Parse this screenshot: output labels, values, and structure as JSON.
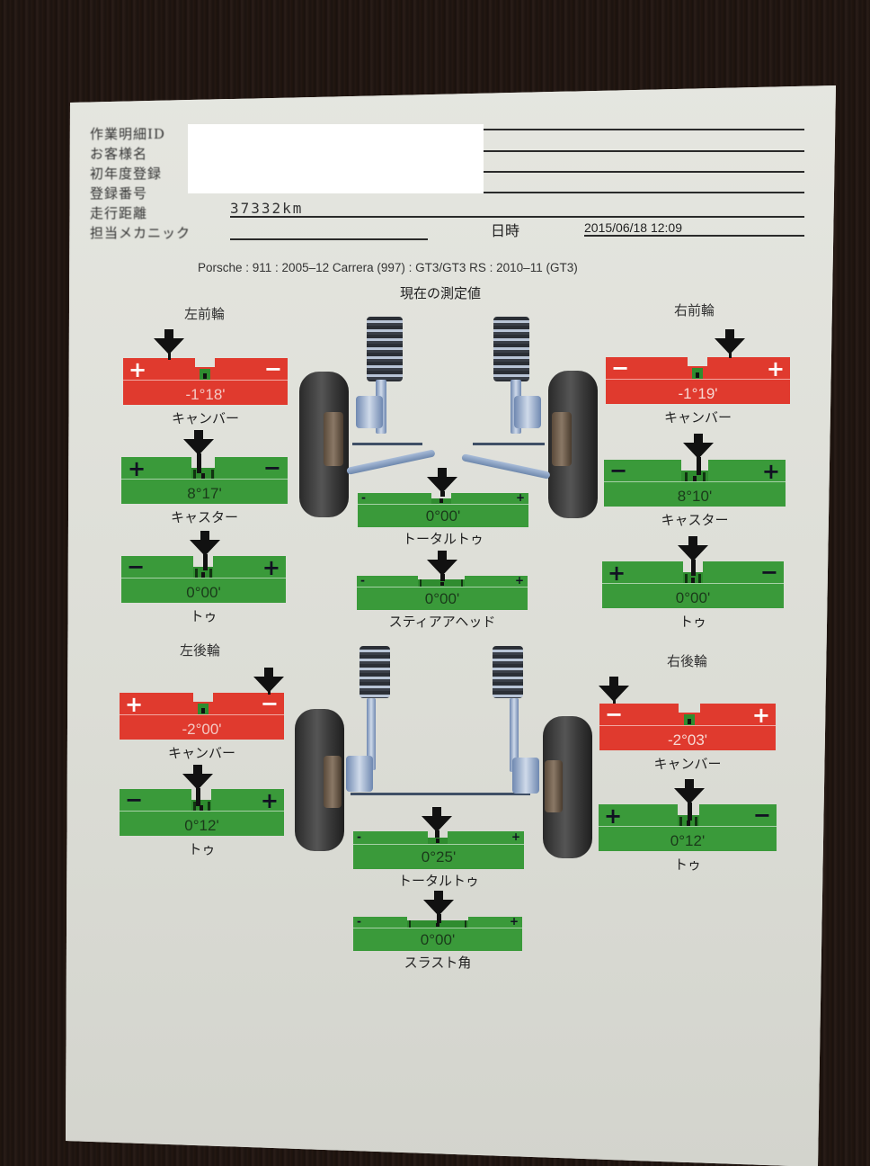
{
  "header": {
    "fields": [
      {
        "label": "作業明細ID",
        "value": ""
      },
      {
        "label": "お客様名",
        "value": ""
      },
      {
        "label": "初年度登録",
        "value": ""
      },
      {
        "label": "登録番号",
        "value": ""
      },
      {
        "label": "走行距離",
        "value": "37332km"
      },
      {
        "label": "担当メカニック",
        "value": ""
      }
    ],
    "date_label": "日時",
    "date_value": "2015/06/18 12:09"
  },
  "vehicle": "Porsche : 911 : 2005–12 Carrera (997) : GT3/GT3 RS : 2010–11 (GT3)",
  "title": "現在の測定値",
  "colors": {
    "in_spec": "#3a9a3a",
    "out_of_spec": "#e03a2e"
  },
  "front": {
    "left": {
      "title": "左前輪",
      "camber": {
        "value": "-1°18'",
        "label": "キャンバー",
        "status": "out_of_spec",
        "left_sign": "+",
        "right_sign": "−"
      },
      "caster": {
        "value": "8°17'",
        "label": "キャスター",
        "status": "in_spec",
        "left_sign": "+",
        "right_sign": "−"
      },
      "toe": {
        "value": "0°00'",
        "label": "トゥ",
        "status": "in_spec",
        "left_sign": "−",
        "right_sign": "+"
      }
    },
    "right": {
      "title": "右前輪",
      "camber": {
        "value": "-1°19'",
        "label": "キャンバー",
        "status": "out_of_spec",
        "left_sign": "−",
        "right_sign": "+"
      },
      "caster": {
        "value": "8°10'",
        "label": "キャスター",
        "status": "in_spec",
        "left_sign": "−",
        "right_sign": "+"
      },
      "toe": {
        "value": "0°00'",
        "label": "トゥ",
        "status": "in_spec",
        "left_sign": "+",
        "right_sign": "−"
      }
    },
    "total_toe": {
      "value": "0°00'",
      "label": "トータルトゥ",
      "status": "in_spec",
      "left_sign": "-",
      "right_sign": "+"
    },
    "steer_ahead": {
      "value": "0°00'",
      "label": "スティアアヘッド",
      "status": "in_spec",
      "left_sign": "-",
      "right_sign": "+"
    }
  },
  "rear": {
    "left": {
      "title": "左後輪",
      "camber": {
        "value": "-2°00'",
        "label": "キャンバー",
        "status": "out_of_spec",
        "left_sign": "+",
        "right_sign": "−"
      },
      "toe": {
        "value": "0°12'",
        "label": "トゥ",
        "status": "in_spec",
        "left_sign": "−",
        "right_sign": "+"
      }
    },
    "right": {
      "title": "右後輪",
      "camber": {
        "value": "-2°03'",
        "label": "キャンバー",
        "status": "out_of_spec",
        "left_sign": "−",
        "right_sign": "+"
      },
      "toe": {
        "value": "0°12'",
        "label": "トゥ",
        "status": "in_spec",
        "left_sign": "+",
        "right_sign": "−"
      }
    },
    "total_toe": {
      "value": "0°25'",
      "label": "トータルトゥ",
      "status": "in_spec",
      "left_sign": "-",
      "right_sign": "+"
    },
    "thrust_angle": {
      "value": "0°00'",
      "label": "スラスト角",
      "status": "in_spec",
      "left_sign": "-",
      "right_sign": "+"
    }
  }
}
